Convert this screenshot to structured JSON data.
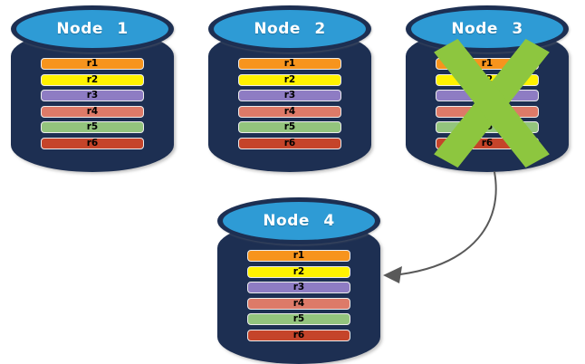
{
  "nodes": [
    {
      "label": "Node 1",
      "failed": false,
      "records": [
        "r1",
        "r2",
        "r3",
        "r4",
        "r5",
        "r6"
      ]
    },
    {
      "label": "Node 2",
      "failed": false,
      "records": [
        "r1",
        "r2",
        "r3",
        "r4",
        "r5",
        "r6"
      ]
    },
    {
      "label": "Node 3",
      "failed": true,
      "records": [
        "r1",
        "r2",
        "r3",
        "r4",
        "r5",
        "r6"
      ]
    },
    {
      "label": "Node 4",
      "failed": false,
      "records": [
        "r1",
        "r2",
        "r3",
        "r4",
        "r5",
        "r6"
      ]
    }
  ],
  "record_colors": {
    "r1": "#F7941D",
    "r2": "#FFF200",
    "r3": "#8E7CC3",
    "r4": "#DD7A68",
    "r5": "#93C47D",
    "r6": "#C5442A"
  },
  "colors": {
    "cylinder_body": "#1D2F52",
    "cylinder_top": "#2E9BD5",
    "failure_x": "#8DC63F",
    "arrow": "#595959"
  },
  "flow": {
    "from": "Node 3",
    "to": "Node 4"
  }
}
